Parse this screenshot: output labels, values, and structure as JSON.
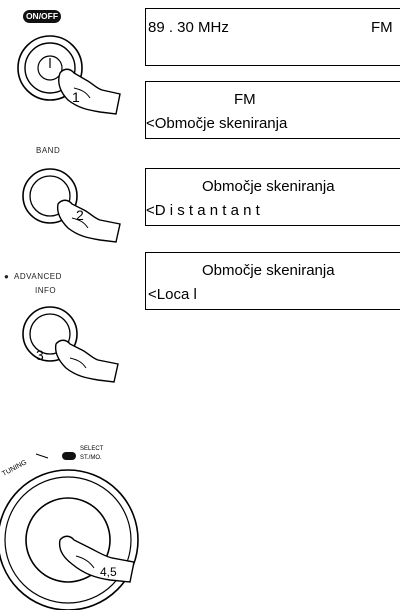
{
  "buttons": {
    "onoff": {
      "label": "ON/OFF",
      "step": "1"
    },
    "band": {
      "label": "BAND",
      "step": "2"
    },
    "info": {
      "label_top": "ADVANCED",
      "label_bottom": "INFO",
      "step": "3"
    },
    "knob": {
      "label_tuning": "TUNING",
      "label_select": "SELECT",
      "label_stmo": "ST./MO.",
      "step": "4,5"
    }
  },
  "displays": [
    {
      "line1": "89 . 30 MHz",
      "line1_right": "FM",
      "line2": ""
    },
    {
      "line1": "FM",
      "line2": "<Območje skeniranja"
    },
    {
      "line1": "Območje skeniranja",
      "line2": "<D i s t a n t a n t"
    },
    {
      "line1": "Območje skeniranja",
      "line2": "<Loca l"
    }
  ]
}
